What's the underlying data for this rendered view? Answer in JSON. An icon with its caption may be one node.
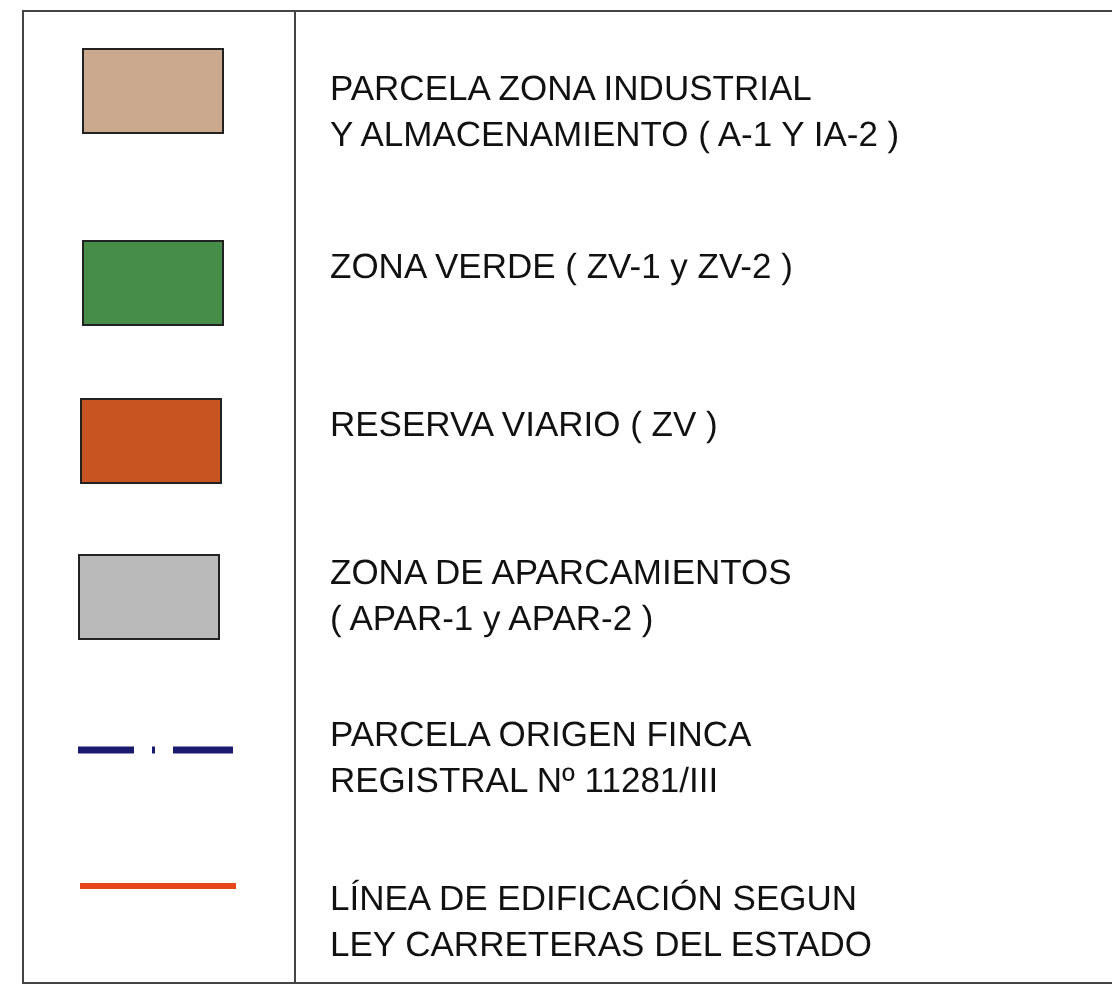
{
  "diagram": {
    "legend": [
      {
        "text": "PARCELA ZONA INDUSTRIAL Y ALMACENAMIENTO ( A-1 Y IA-2 )",
        "color": "#cba98e"
      },
      {
        "text": "ZONA VERDE ( ZV-1 y ZV-2 )",
        "color": "#468d47"
      },
      {
        "text": "RESERVA VIARIO ( ZV )",
        "color": "#c85521"
      },
      {
        "text": "ZONA DE APARCAMIENTOS ( APAR-1 y APAR-2 )",
        "color": "#bababa"
      },
      {
        "text": "PARCELA ORIGEN FINCA REGISTRAL Nº 11281/III"
      },
      {
        "text": "LÍNEA DE EDIFICACIÓN SEGUN LEY CARRETERAS DEL ESTADO"
      }
    ]
  }
}
